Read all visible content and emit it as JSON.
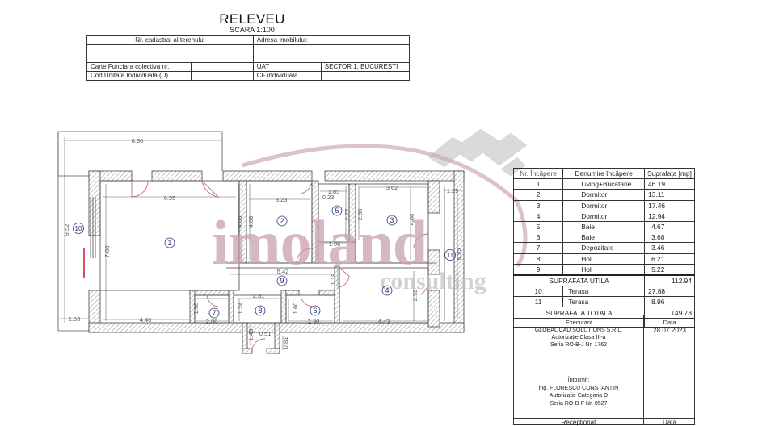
{
  "header": {
    "title": "RELEVEU",
    "scale": "SCARA 1:100",
    "cadastral_label": "Nr. cadastral al terenului",
    "address_label": "Adresa imobilului:",
    "carte_funciara_label": "Carte Funciara colectiva nr.",
    "cod_unitate_label": "Cod Unitate Individuala (U)",
    "uat_label": "UAT",
    "uat_value": "SECTOR 1, BUCUREȘTI",
    "cf_label": "CF individuala"
  },
  "plan": {
    "rooms": [
      {
        "id": "1",
        "label": "1"
      },
      {
        "id": "2",
        "label": "2"
      },
      {
        "id": "3",
        "label": "3"
      },
      {
        "id": "4",
        "label": "4"
      },
      {
        "id": "5",
        "label": "5"
      },
      {
        "id": "6",
        "label": "6"
      },
      {
        "id": "7",
        "label": "7"
      },
      {
        "id": "8",
        "label": "8"
      },
      {
        "id": "9",
        "label": "9"
      },
      {
        "id": "10",
        "label": "10"
      },
      {
        "id": "11",
        "label": "11"
      }
    ],
    "dimensions": {
      "d830": "8.30",
      "d695": "6.95",
      "d952": "9.52",
      "d708": "7.08",
      "d153": "1.53",
      "d440": "4.40",
      "d406a": "4.06",
      "d406b": "4.06",
      "d323": "3.23",
      "d185": "1.85",
      "d023": "0.23",
      "d277": "2.77",
      "d280": "2.80",
      "d196": "1.96",
      "d362": "3.62",
      "d400": "4.00",
      "d129": "1.29",
      "d695r": "6.95",
      "d542": "5.42",
      "d119": "1.19",
      "d231": "2.31",
      "d124": "1.24",
      "d168": "1.68",
      "d206": "2.06",
      "d160": "1.60",
      "d230": "2.30",
      "d148": "1.48",
      "d051": "0.51",
      "d081": "0.81",
      "d443": "4.43",
      "d292": "2.92"
    },
    "watermark": {
      "brand": "imoland",
      "sub": "consulting",
      "brand_color": "#c9a0b4",
      "sub_color": "#c8c8c8"
    }
  },
  "rooms_table": {
    "headers": [
      "Nr. Încăpere",
      "Denumire încăpere",
      "Suprafața [mp]"
    ],
    "rows": [
      {
        "nr": "1",
        "name": "Living+Bucatarie",
        "area": "46.19"
      },
      {
        "nr": "2",
        "name": "Dormitor",
        "area": "13.11"
      },
      {
        "nr": "3",
        "name": "Dormitor",
        "area": "17.46"
      },
      {
        "nr": "4",
        "name": "Dormitor",
        "area": "12.94"
      },
      {
        "nr": "5",
        "name": "Baie",
        "area": "4.67"
      },
      {
        "nr": "6",
        "name": "Baie",
        "area": "3.68"
      },
      {
        "nr": "7",
        "name": "Depozitare",
        "area": "3.46"
      },
      {
        "nr": "8",
        "name": "Hol",
        "area": "6.21"
      },
      {
        "nr": "9",
        "name": "Hol",
        "area": "5.22"
      }
    ],
    "useful_label": "SUPRAFATA UTILA",
    "useful_value": "112.94",
    "terraces": [
      {
        "nr": "10",
        "name": "Terasa",
        "area": "27.88"
      },
      {
        "nr": "11",
        "name": "Terasa",
        "area": "8.96"
      }
    ],
    "total_label": "SUPRAFATA TOTALA",
    "total_value": "149.78",
    "executant_label": "Executant",
    "data_label": "Data"
  },
  "executant": {
    "company": "GLOBAL CAD SOLUTIONS S.R.L.",
    "authorization": "Autorizație Clasa III-a",
    "series": "Seria RO-B-J Nr. 1762",
    "date": "28.07.2023",
    "prepared_label": "Întocmit:",
    "engineer": "ing. FLORESCU CONSTANTIN",
    "eng_authorization": "Autorizație Categoria D",
    "eng_series": "Seria RO-B-F Nr. 0527",
    "received_label": "Receptionat",
    "received_date_label": "Data"
  }
}
